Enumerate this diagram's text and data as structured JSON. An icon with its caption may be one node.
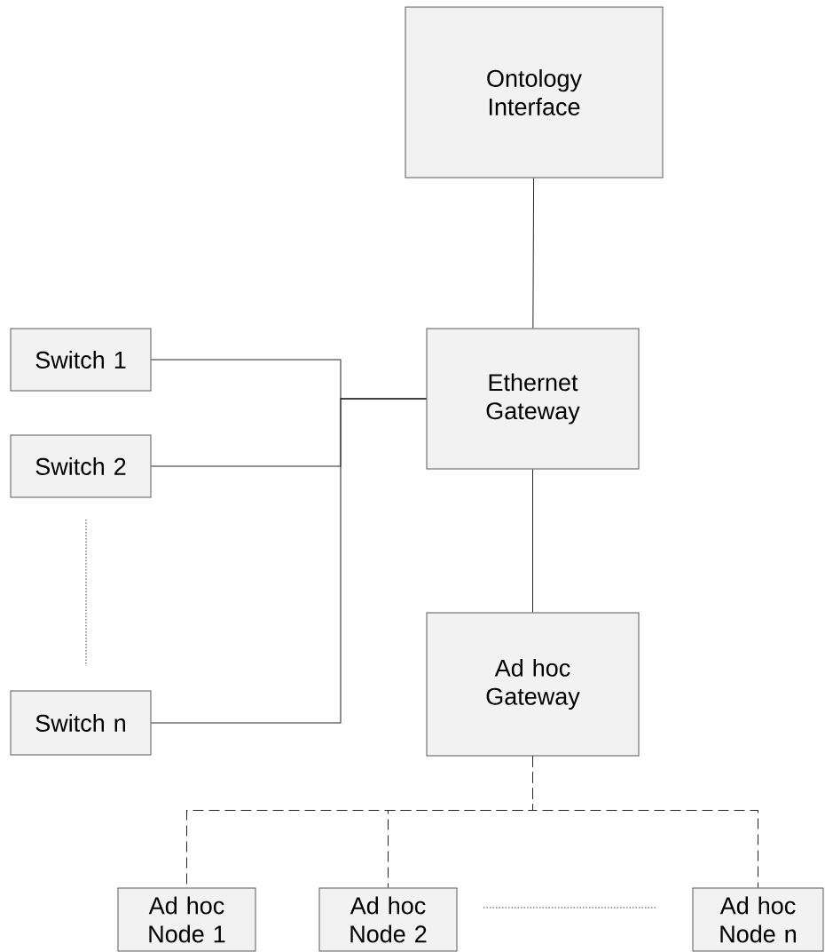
{
  "diagram": {
    "nodes": [
      {
        "text": [
          "Ontology Interface"
        ]
      },
      {
        "text": [
          "Ethernet Gateway"
        ]
      },
      {
        "text": [
          "Ad hoc Gateway"
        ]
      },
      {
        "text": [
          "Switch 1"
        ]
      },
      {
        "text": [
          "Switch 2"
        ]
      },
      {
        "text": [
          "Switch n"
        ]
      },
      {
        "text": [
          "Ad hoc Node 1"
        ]
      },
      {
        "text": [
          "Ad hoc Node 2"
        ]
      },
      {
        "text": [
          "Ad hoc Node n"
        ]
      }
    ],
    "edges": [
      {
        "from": 0,
        "to": 1,
        "arrow": "none"
      },
      {
        "from": 3,
        "to": 1,
        "arrow": "none"
      },
      {
        "from": 4,
        "to": 1,
        "arrow": "none"
      },
      {
        "from": 5,
        "to": 1,
        "arrow": "none"
      },
      {
        "from": 1,
        "to": 2,
        "arrow": "none"
      },
      {
        "from": 2,
        "to": 6,
        "arrow": "none",
        "style": "dashed"
      },
      {
        "from": 2,
        "to": 7,
        "arrow": "none",
        "style": "dashed"
      },
      {
        "from": 2,
        "to": 8,
        "arrow": "none",
        "style": "dashed"
      }
    ]
  }
}
